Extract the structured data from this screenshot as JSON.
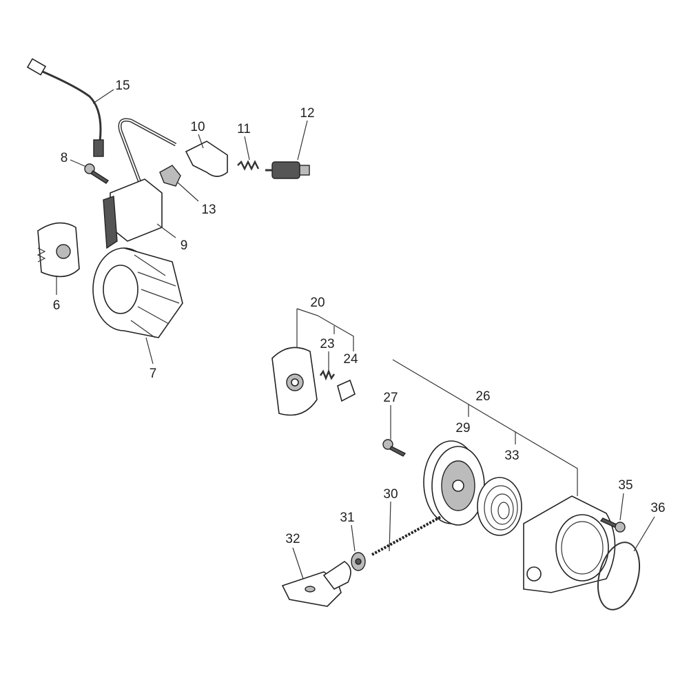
{
  "diagram": {
    "type": "exploded parts diagram",
    "callouts": [
      "15",
      "10",
      "11",
      "12",
      "8",
      "13",
      "9",
      "6",
      "7",
      "20",
      "23",
      "24",
      "27",
      "26",
      "29",
      "33",
      "30",
      "31",
      "32",
      "35",
      "36"
    ]
  }
}
